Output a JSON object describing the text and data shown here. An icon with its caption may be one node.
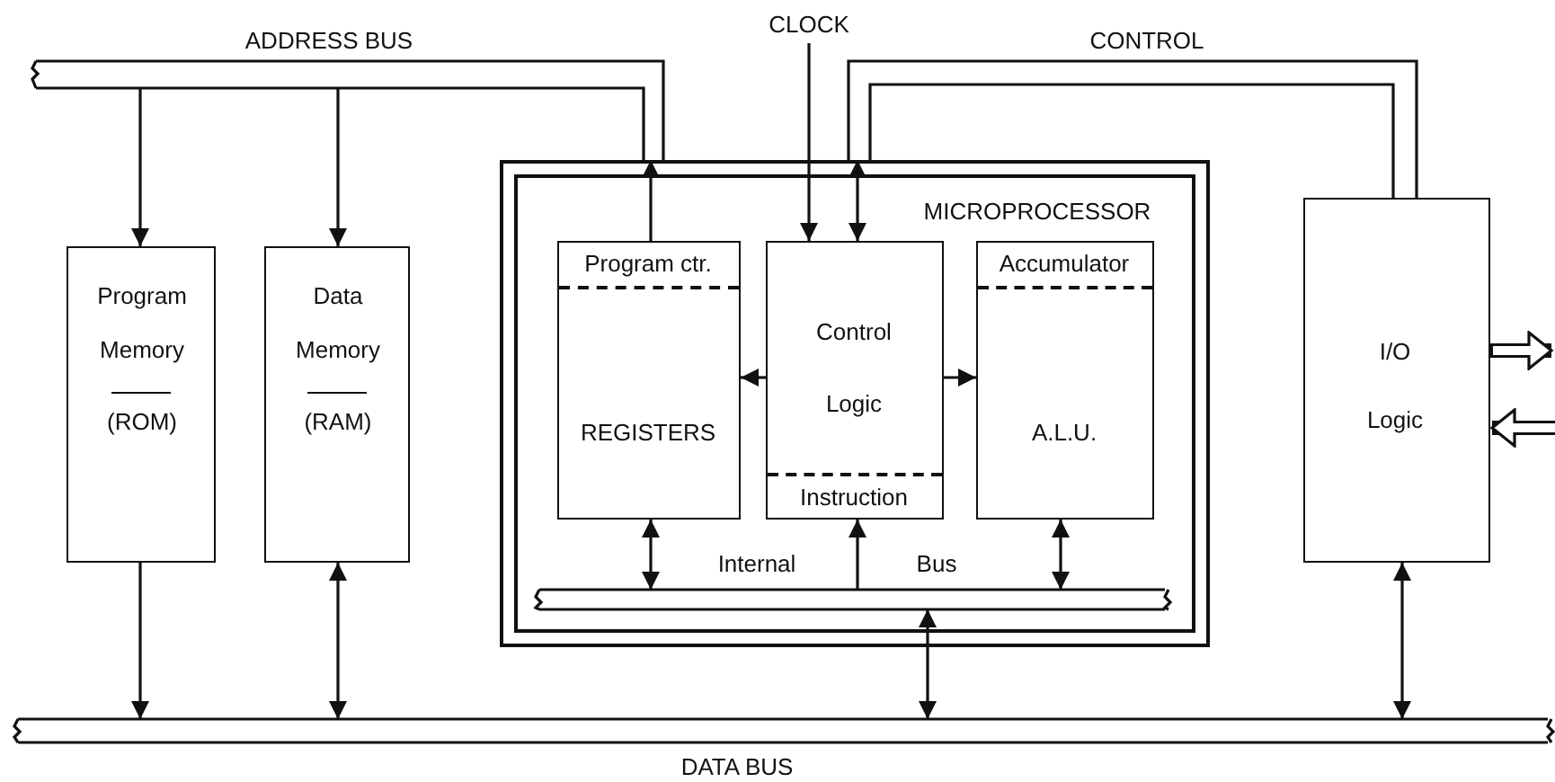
{
  "diagram": {
    "nodes": [
      {
        "text": [
          "ADDRESS BUS"
        ]
      },
      {
        "text": [
          "CLOCK"
        ]
      },
      {
        "text": [
          "CONTROL"
        ]
      },
      {
        "text": [
          "Program Memory",
          "(ROM)"
        ]
      },
      {
        "text": [
          "Data Memory",
          "(RAM)"
        ]
      },
      {
        "text": [
          "MICROPROCESSOR"
        ]
      },
      {
        "text": [
          "Program ctr.",
          "REGISTERS"
        ],
        "in": 5
      },
      {
        "text": [
          "Control Logic",
          "Instruction"
        ],
        "in": 5
      },
      {
        "text": [
          "Accumulator",
          "A.L.U."
        ],
        "in": 5
      },
      {
        "text": [
          "I/O Logic"
        ]
      },
      {
        "text": [
          "Internal",
          "Bus"
        ],
        "in": 5
      },
      {
        "text": [
          "DATA BUS"
        ]
      }
    ],
    "edges": [
      {
        "from": 0,
        "to": 3,
        "arrow": "to"
      },
      {
        "from": 0,
        "to": 4,
        "arrow": "to"
      },
      {
        "from": 6,
        "to": 0,
        "arrow": "to"
      },
      {
        "from": 1,
        "to": 7,
        "arrow": "to"
      },
      {
        "from": 2,
        "to": 7,
        "arrow": "both"
      },
      {
        "from": 7,
        "to": 6,
        "arrow": "to"
      },
      {
        "from": 7,
        "to": 8,
        "arrow": "to"
      },
      {
        "from": 6,
        "to": 10,
        "arrow": "both"
      },
      {
        "from": 10,
        "to": 7,
        "arrow": "to"
      },
      {
        "from": 8,
        "to": 10,
        "arrow": "both"
      },
      {
        "from": 3,
        "to": 11,
        "arrow": "to"
      },
      {
        "from": 4,
        "to": 11,
        "arrow": "both"
      },
      {
        "from": 10,
        "to": 11,
        "arrow": "both"
      },
      {
        "from": 9,
        "to": 11,
        "arrow": "both"
      },
      {
        "from": 9,
        "to": null,
        "arrow": "to",
        "style": "thick"
      },
      {
        "from": null,
        "to": 9,
        "arrow": "to",
        "style": "thick"
      }
    ]
  }
}
